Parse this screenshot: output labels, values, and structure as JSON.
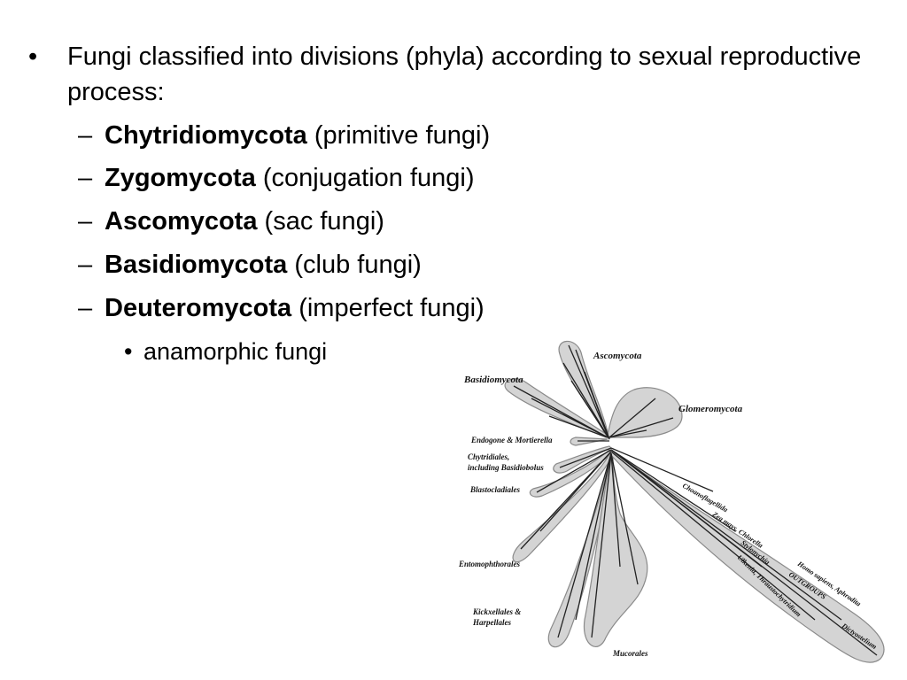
{
  "intro": {
    "bullet": "•",
    "text": "Fungi classified into divisions (phyla) according to sexual reproductive process:"
  },
  "divisions": [
    {
      "dash": "–",
      "name": "Chytridiomycota",
      "desc": "(primitive fungi)"
    },
    {
      "dash": "–",
      "name": "Zygomycota",
      "desc": "(conjugation fungi)"
    },
    {
      "dash": "–",
      "name": "Ascomycota",
      "desc": "(sac fungi)"
    },
    {
      "dash": "–",
      "name": "Basidiomycota",
      "desc": "(club fungi)"
    },
    {
      "dash": "–",
      "name": "Deuteromycota",
      "desc": "(imperfect fungi)"
    }
  ],
  "sub_bullet": {
    "dot": "•",
    "text": "anamorphic fungi"
  },
  "tree": {
    "labels": {
      "ascomycota": "Ascomycota",
      "basidiomycota": "Basidiomycota",
      "glomeromycota": "Glomeromycota",
      "endogone": "Endogone & Mortierella",
      "chytridiales_1": "Chytridiales,",
      "chytridiales_2": "including Basidiobolus",
      "blastocladiales": "Blastocladiales",
      "entomophthorales": "Entomophthorales",
      "kickxellales_1": "Kickxellales &",
      "kickxellales_2": "Harpellales",
      "mucorales": "Mucorales",
      "choanoflagellida": "Choanoflagellida",
      "zea": "Zea mays, Chlorella",
      "stylonychia": "Stylonychia",
      "ulkenia": "Ulkenia, Thraustochytridium",
      "homo": "Homo sapiens, Aphrodita",
      "outgroups": "OUTGROUPS",
      "dictyostelium": "Dictyostelium"
    }
  }
}
